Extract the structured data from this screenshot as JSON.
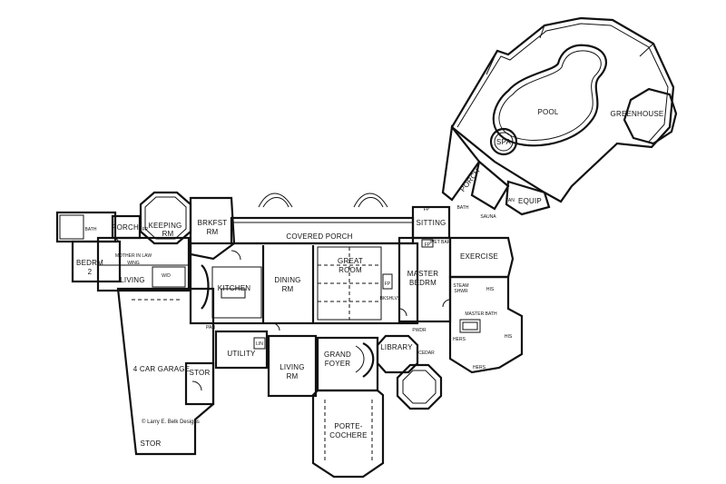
{
  "rooms": {
    "pool": "POOL",
    "greenhouse": "GREENHOUSE",
    "spa": "SPA",
    "porch_upper": "PORCH",
    "equip": "EQUIP",
    "tan": "TAN",
    "sauna": "SAUNA",
    "bath_upper": "BATH",
    "keeping_rm_1": "KEEPING",
    "keeping_rm_2": "RM",
    "brkfst_1": "BRKFST",
    "brkfst_2": "RM",
    "porch_left": "PORCH",
    "bath_left": "BATH",
    "bedrm_1": "BEDRM",
    "bedrm_2": "2",
    "mother_in_law_1": "MOTHER IN LAW",
    "mother_in_law_2": "WING",
    "living_left": "LIVING",
    "wd": "W/D",
    "covered_porch": "COVERED PORCH",
    "kitchen": "KITCHEN",
    "dining_1": "DINING",
    "dining_2": "RM",
    "great_room_1": "GREAT",
    "great_room_2": "ROOM",
    "sitting": "SITTING",
    "master_bedrm_1": "MASTER",
    "master_bedrm_2": "BEDRM",
    "exercise": "EXERCISE",
    "his_upper": "HIS",
    "master_bath": "MASTER BATH",
    "his_lower": "HIS",
    "hers_1": "HERS",
    "hers_2": "HERS",
    "steam_shwr_1": "STEAM",
    "steam_shwr_2": "SHWR",
    "cedar": "CEDAR",
    "library": "LIBRARY",
    "grand_foyer_1": "GRAND",
    "grand_foyer_2": "FOYER",
    "living_center_1": "LIVING",
    "living_center_2": "RM",
    "utility": "UTILITY",
    "pan": "PAN",
    "lin": "LIN",
    "stor_1": "STOR",
    "stor_2": "STOR",
    "garage": "4 CAR GARAGE",
    "porte_cochere_1": "PORTE-",
    "porte_cochere_2": "COCHERE",
    "fp_1": "FP",
    "fp_2": "FP",
    "fp_3": "FP",
    "fp_4": "FP",
    "bkshlvs": "BKSHLVS",
    "pwdr": "PWDR",
    "wet_bar": "WET BAR"
  },
  "credit": "© Larry E. Belk Designs"
}
